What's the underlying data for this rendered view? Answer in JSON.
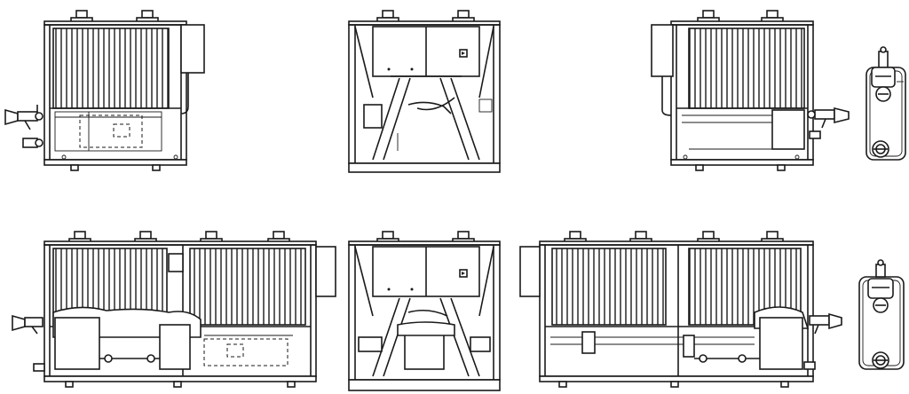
{
  "drawing": {
    "views": [
      {
        "name": "small-unit-left-side-view"
      },
      {
        "name": "small-unit-end-view"
      },
      {
        "name": "small-unit-right-side-view"
      },
      {
        "name": "small-unit-pump-detail"
      },
      {
        "name": "large-unit-left-side-view"
      },
      {
        "name": "large-unit-end-view"
      },
      {
        "name": "large-unit-right-side-view"
      },
      {
        "name": "large-unit-pump-detail"
      }
    ]
  }
}
